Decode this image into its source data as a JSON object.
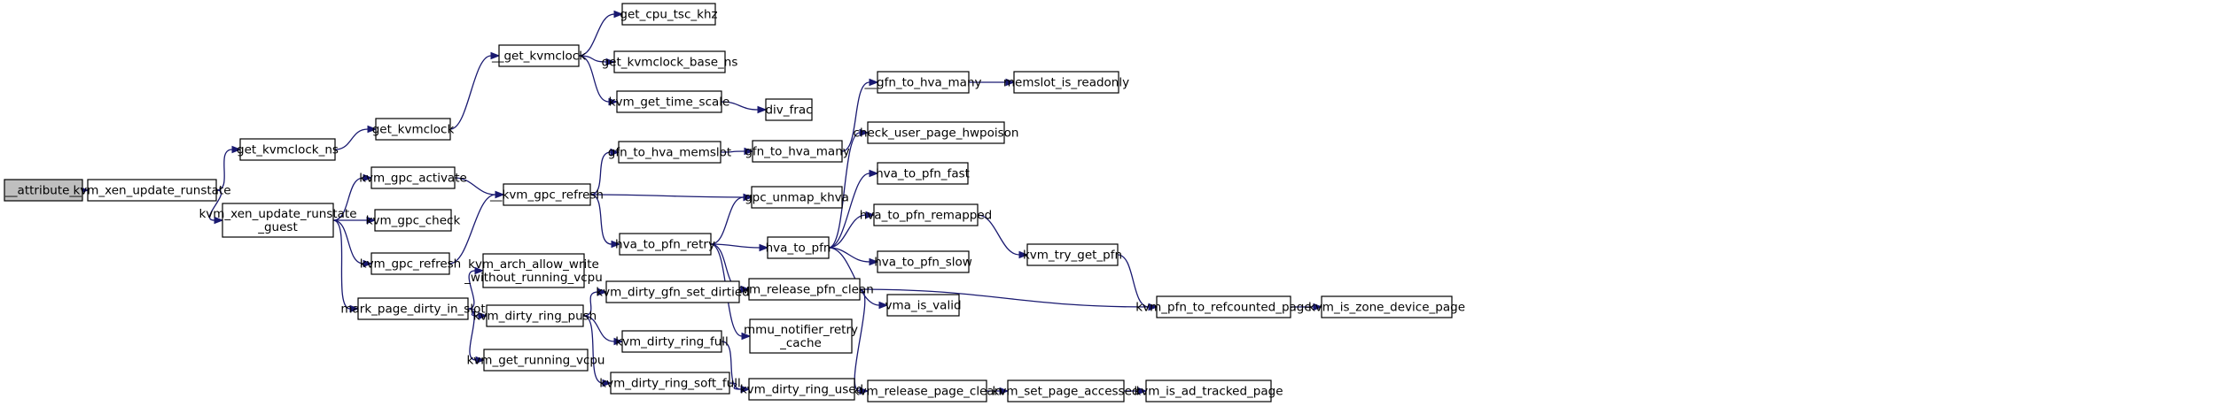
{
  "nodes": [
    {
      "id": "attribute",
      "lines": [
        "__attribute__"
      ]
    },
    {
      "id": "kvm_xen_update_runstate",
      "lines": [
        "kvm_xen_update_runstate"
      ]
    },
    {
      "id": "get_kvmclock_ns",
      "lines": [
        "get_kvmclock_ns"
      ]
    },
    {
      "id": "kvm_xen_update_runstate_guest",
      "lines": [
        "kvm_xen_update_runstate",
        "_guest"
      ]
    },
    {
      "id": "get_kvmclock",
      "lines": [
        "get_kvmclock"
      ]
    },
    {
      "id": "__get_kvmclock",
      "lines": [
        "__get_kvmclock"
      ]
    },
    {
      "id": "get_cpu_tsc_khz",
      "lines": [
        "get_cpu_tsc_khz"
      ]
    },
    {
      "id": "get_kvmclock_base_ns",
      "lines": [
        "get_kvmclock_base_ns"
      ]
    },
    {
      "id": "kvm_get_time_scale",
      "lines": [
        "kvm_get_time_scale"
      ]
    },
    {
      "id": "div_frac",
      "lines": [
        "div_frac"
      ]
    },
    {
      "id": "kvm_gpc_activate",
      "lines": [
        "kvm_gpc_activate"
      ]
    },
    {
      "id": "kvm_gpc_check",
      "lines": [
        "kvm_gpc_check"
      ]
    },
    {
      "id": "kvm_gpc_refresh",
      "lines": [
        "kvm_gpc_refresh"
      ]
    },
    {
      "id": "__kvm_gpc_refresh",
      "lines": [
        "__kvm_gpc_refresh"
      ]
    },
    {
      "id": "gfn_to_hva_memslot",
      "lines": [
        "gfn_to_hva_memslot"
      ]
    },
    {
      "id": "gfn_to_hva_many",
      "lines": [
        "gfn_to_hva_many"
      ]
    },
    {
      "id": "__gfn_to_hva_many",
      "lines": [
        "__gfn_to_hva_many"
      ]
    },
    {
      "id": "memslot_is_readonly",
      "lines": [
        "memslot_is_readonly"
      ]
    },
    {
      "id": "gpc_unmap_khva",
      "lines": [
        "gpc_unmap_khva"
      ]
    },
    {
      "id": "hva_to_pfn_retry",
      "lines": [
        "hva_to_pfn_retry"
      ]
    },
    {
      "id": "hva_to_pfn",
      "lines": [
        "hva_to_pfn"
      ]
    },
    {
      "id": "check_user_page_hwpoison",
      "lines": [
        "check_user_page_hwpoison"
      ]
    },
    {
      "id": "hva_to_pfn_fast",
      "lines": [
        "hva_to_pfn_fast"
      ]
    },
    {
      "id": "hva_to_pfn_remapped",
      "lines": [
        "hva_to_pfn_remapped"
      ]
    },
    {
      "id": "hva_to_pfn_slow",
      "lines": [
        "hva_to_pfn_slow"
      ]
    },
    {
      "id": "vma_is_valid",
      "lines": [
        "vma_is_valid"
      ]
    },
    {
      "id": "kvm_try_get_pfn",
      "lines": [
        "kvm_try_get_pfn"
      ]
    },
    {
      "id": "kvm_pfn_to_refcounted_page",
      "lines": [
        "kvm_pfn_to_refcounted_page"
      ]
    },
    {
      "id": "kvm_is_zone_device_page",
      "lines": [
        "kvm_is_zone_device_page"
      ]
    },
    {
      "id": "kvm_release_pfn_clean",
      "lines": [
        "kvm_release_pfn_clean"
      ]
    },
    {
      "id": "mmu_notifier_retry_cache",
      "lines": [
        "mmu_notifier_retry",
        "_cache"
      ]
    },
    {
      "id": "kvm_release_page_clean",
      "lines": [
        "kvm_release_page_clean"
      ]
    },
    {
      "id": "kvm_set_page_accessed",
      "lines": [
        "kvm_set_page_accessed"
      ]
    },
    {
      "id": "kvm_is_ad_tracked_page",
      "lines": [
        "kvm_is_ad_tracked_page"
      ]
    },
    {
      "id": "mark_page_dirty_in_slot",
      "lines": [
        "mark_page_dirty_in_slot"
      ]
    },
    {
      "id": "kvm_arch_allow_write_without_running_vcpu",
      "lines": [
        "kvm_arch_allow_write",
        "_without_running_vcpu"
      ]
    },
    {
      "id": "kvm_dirty_ring_push",
      "lines": [
        "kvm_dirty_ring_push"
      ]
    },
    {
      "id": "kvm_get_running_vcpu",
      "lines": [
        "kvm_get_running_vcpu"
      ]
    },
    {
      "id": "kvm_dirty_gfn_set_dirtied",
      "lines": [
        "kvm_dirty_gfn_set_dirtied"
      ]
    },
    {
      "id": "kvm_dirty_ring_full",
      "lines": [
        "kvm_dirty_ring_full"
      ]
    },
    {
      "id": "kvm_dirty_ring_soft_full",
      "lines": [
        "kvm_dirty_ring_soft_full"
      ]
    },
    {
      "id": "kvm_dirty_ring_used",
      "lines": [
        "kvm_dirty_ring_used"
      ]
    }
  ],
  "edges": [
    [
      "attribute",
      "kvm_xen_update_runstate"
    ],
    [
      "kvm_xen_update_runstate",
      "get_kvmclock_ns"
    ],
    [
      "kvm_xen_update_runstate",
      "kvm_xen_update_runstate_guest"
    ],
    [
      "get_kvmclock_ns",
      "get_kvmclock"
    ],
    [
      "get_kvmclock",
      "__get_kvmclock"
    ],
    [
      "__get_kvmclock",
      "get_cpu_tsc_khz"
    ],
    [
      "__get_kvmclock",
      "get_kvmclock_base_ns"
    ],
    [
      "__get_kvmclock",
      "kvm_get_time_scale"
    ],
    [
      "kvm_get_time_scale",
      "div_frac"
    ],
    [
      "kvm_xen_update_runstate_guest",
      "kvm_gpc_activate"
    ],
    [
      "kvm_xen_update_runstate_guest",
      "kvm_gpc_check"
    ],
    [
      "kvm_xen_update_runstate_guest",
      "kvm_gpc_refresh"
    ],
    [
      "kvm_xen_update_runstate_guest",
      "mark_page_dirty_in_slot"
    ],
    [
      "kvm_gpc_activate",
      "__kvm_gpc_refresh"
    ],
    [
      "kvm_gpc_refresh",
      "__kvm_gpc_refresh"
    ],
    [
      "__kvm_gpc_refresh",
      "gfn_to_hva_memslot"
    ],
    [
      "__kvm_gpc_refresh",
      "gpc_unmap_khva"
    ],
    [
      "__kvm_gpc_refresh",
      "hva_to_pfn_retry"
    ],
    [
      "gfn_to_hva_memslot",
      "gfn_to_hva_many"
    ],
    [
      "gfn_to_hva_many",
      "__gfn_to_hva_many"
    ],
    [
      "__gfn_to_hva_many",
      "memslot_is_readonly"
    ],
    [
      "hva_to_pfn_retry",
      "gpc_unmap_khva"
    ],
    [
      "hva_to_pfn_retry",
      "hva_to_pfn"
    ],
    [
      "hva_to_pfn_retry",
      "kvm_release_pfn_clean"
    ],
    [
      "hva_to_pfn_retry",
      "mmu_notifier_retry_cache"
    ],
    [
      "hva_to_pfn",
      "check_user_page_hwpoison"
    ],
    [
      "hva_to_pfn",
      "hva_to_pfn_fast"
    ],
    [
      "hva_to_pfn",
      "hva_to_pfn_remapped"
    ],
    [
      "hva_to_pfn",
      "hva_to_pfn_slow"
    ],
    [
      "hva_to_pfn",
      "vma_is_valid"
    ],
    [
      "hva_to_pfn_remapped",
      "kvm_try_get_pfn"
    ],
    [
      "kvm_try_get_pfn",
      "kvm_pfn_to_refcounted_page"
    ],
    [
      "kvm_pfn_to_refcounted_page",
      "kvm_is_zone_device_page"
    ],
    [
      "kvm_release_pfn_clean",
      "kvm_pfn_to_refcounted_page"
    ],
    [
      "kvm_release_pfn_clean",
      "kvm_release_page_clean"
    ],
    [
      "kvm_release_page_clean",
      "kvm_set_page_accessed"
    ],
    [
      "kvm_set_page_accessed",
      "kvm_is_ad_tracked_page"
    ],
    [
      "mark_page_dirty_in_slot",
      "kvm_arch_allow_write_without_running_vcpu"
    ],
    [
      "mark_page_dirty_in_slot",
      "kvm_dirty_ring_push"
    ],
    [
      "mark_page_dirty_in_slot",
      "kvm_get_running_vcpu"
    ],
    [
      "kvm_dirty_ring_push",
      "kvm_dirty_gfn_set_dirtied"
    ],
    [
      "kvm_dirty_ring_push",
      "kvm_dirty_ring_full"
    ],
    [
      "kvm_dirty_ring_push",
      "kvm_dirty_ring_soft_full"
    ],
    [
      "kvm_dirty_ring_full",
      "kvm_dirty_ring_used"
    ],
    [
      "kvm_dirty_ring_soft_full",
      "kvm_dirty_ring_used"
    ]
  ],
  "colors": {
    "edge": "#191970",
    "root_fill": "#bfbfbf",
    "node_fill": "#ffffff",
    "node_stroke": "#000000"
  }
}
